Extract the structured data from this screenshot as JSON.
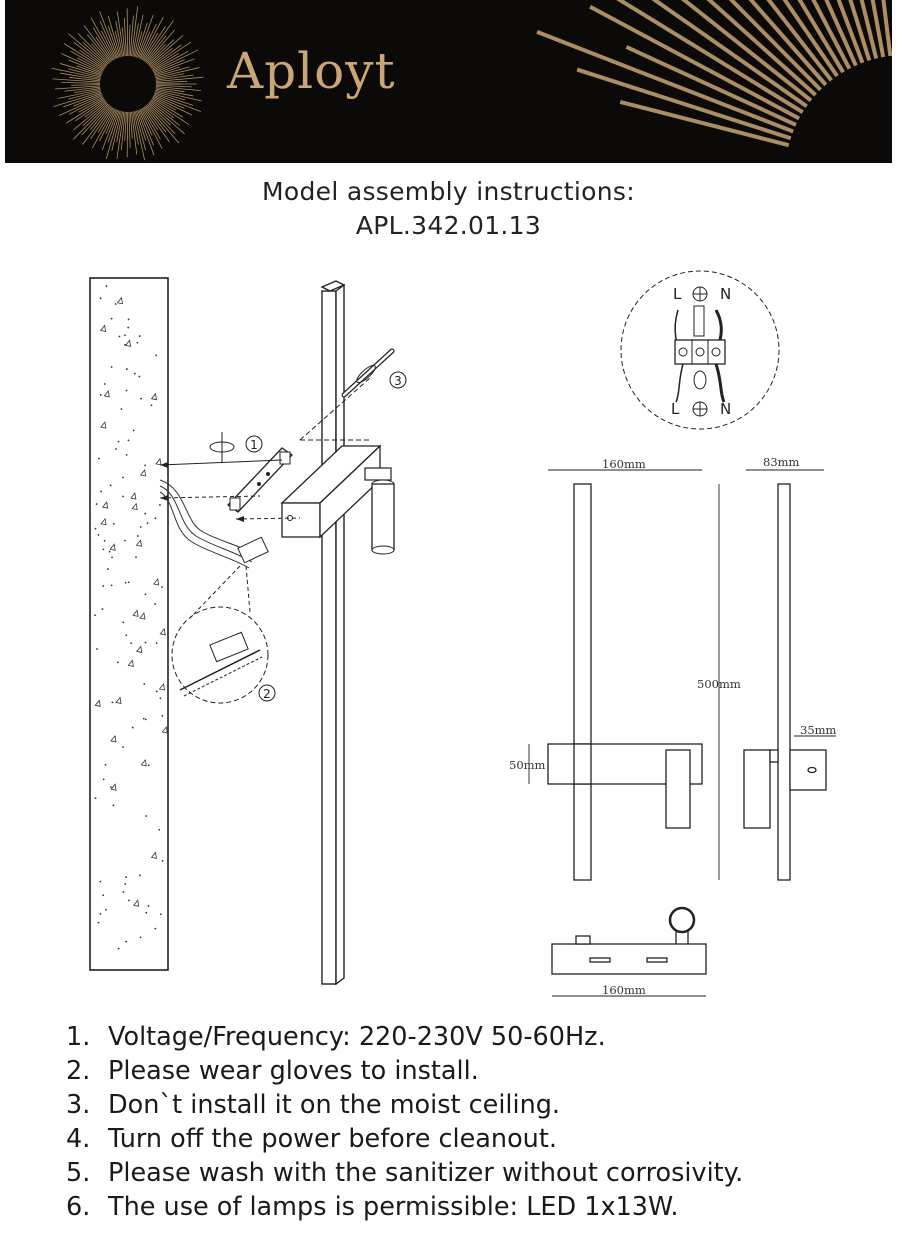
{
  "brand": {
    "name": "Aployt",
    "colors": {
      "gold": "#c9a676",
      "banner": "#0b0a09"
    }
  },
  "title": {
    "line1": "Model assembly instructions:",
    "line2": "APL.342.01.13"
  },
  "callouts": {
    "step1": "1",
    "step2": "2",
    "step3": "3"
  },
  "wiring": {
    "top_l": "L",
    "top_n": "N",
    "bottom_l": "L",
    "bottom_n": "N"
  },
  "dimensions": {
    "front_width": "160mm",
    "side_depth": "83mm",
    "height": "500mm",
    "arm_height": "50mm",
    "side_arm": "35mm",
    "top_width": "160mm"
  },
  "notes": [
    {
      "num": "1.",
      "text": "Voltage/Frequency: 220-230V 50-60Hz."
    },
    {
      "num": "2.",
      "text": "Please wear gloves to install."
    },
    {
      "num": "3.",
      "text": "Don`t install it on the moist ceiling."
    },
    {
      "num": "4.",
      "text": "Turn off the power before cleanout."
    },
    {
      "num": "5.",
      "text": "Please wash with the sanitizer without corrosivity."
    },
    {
      "num": "6.",
      "text": "The use of lamps is permissible: LED 1x13W."
    }
  ]
}
